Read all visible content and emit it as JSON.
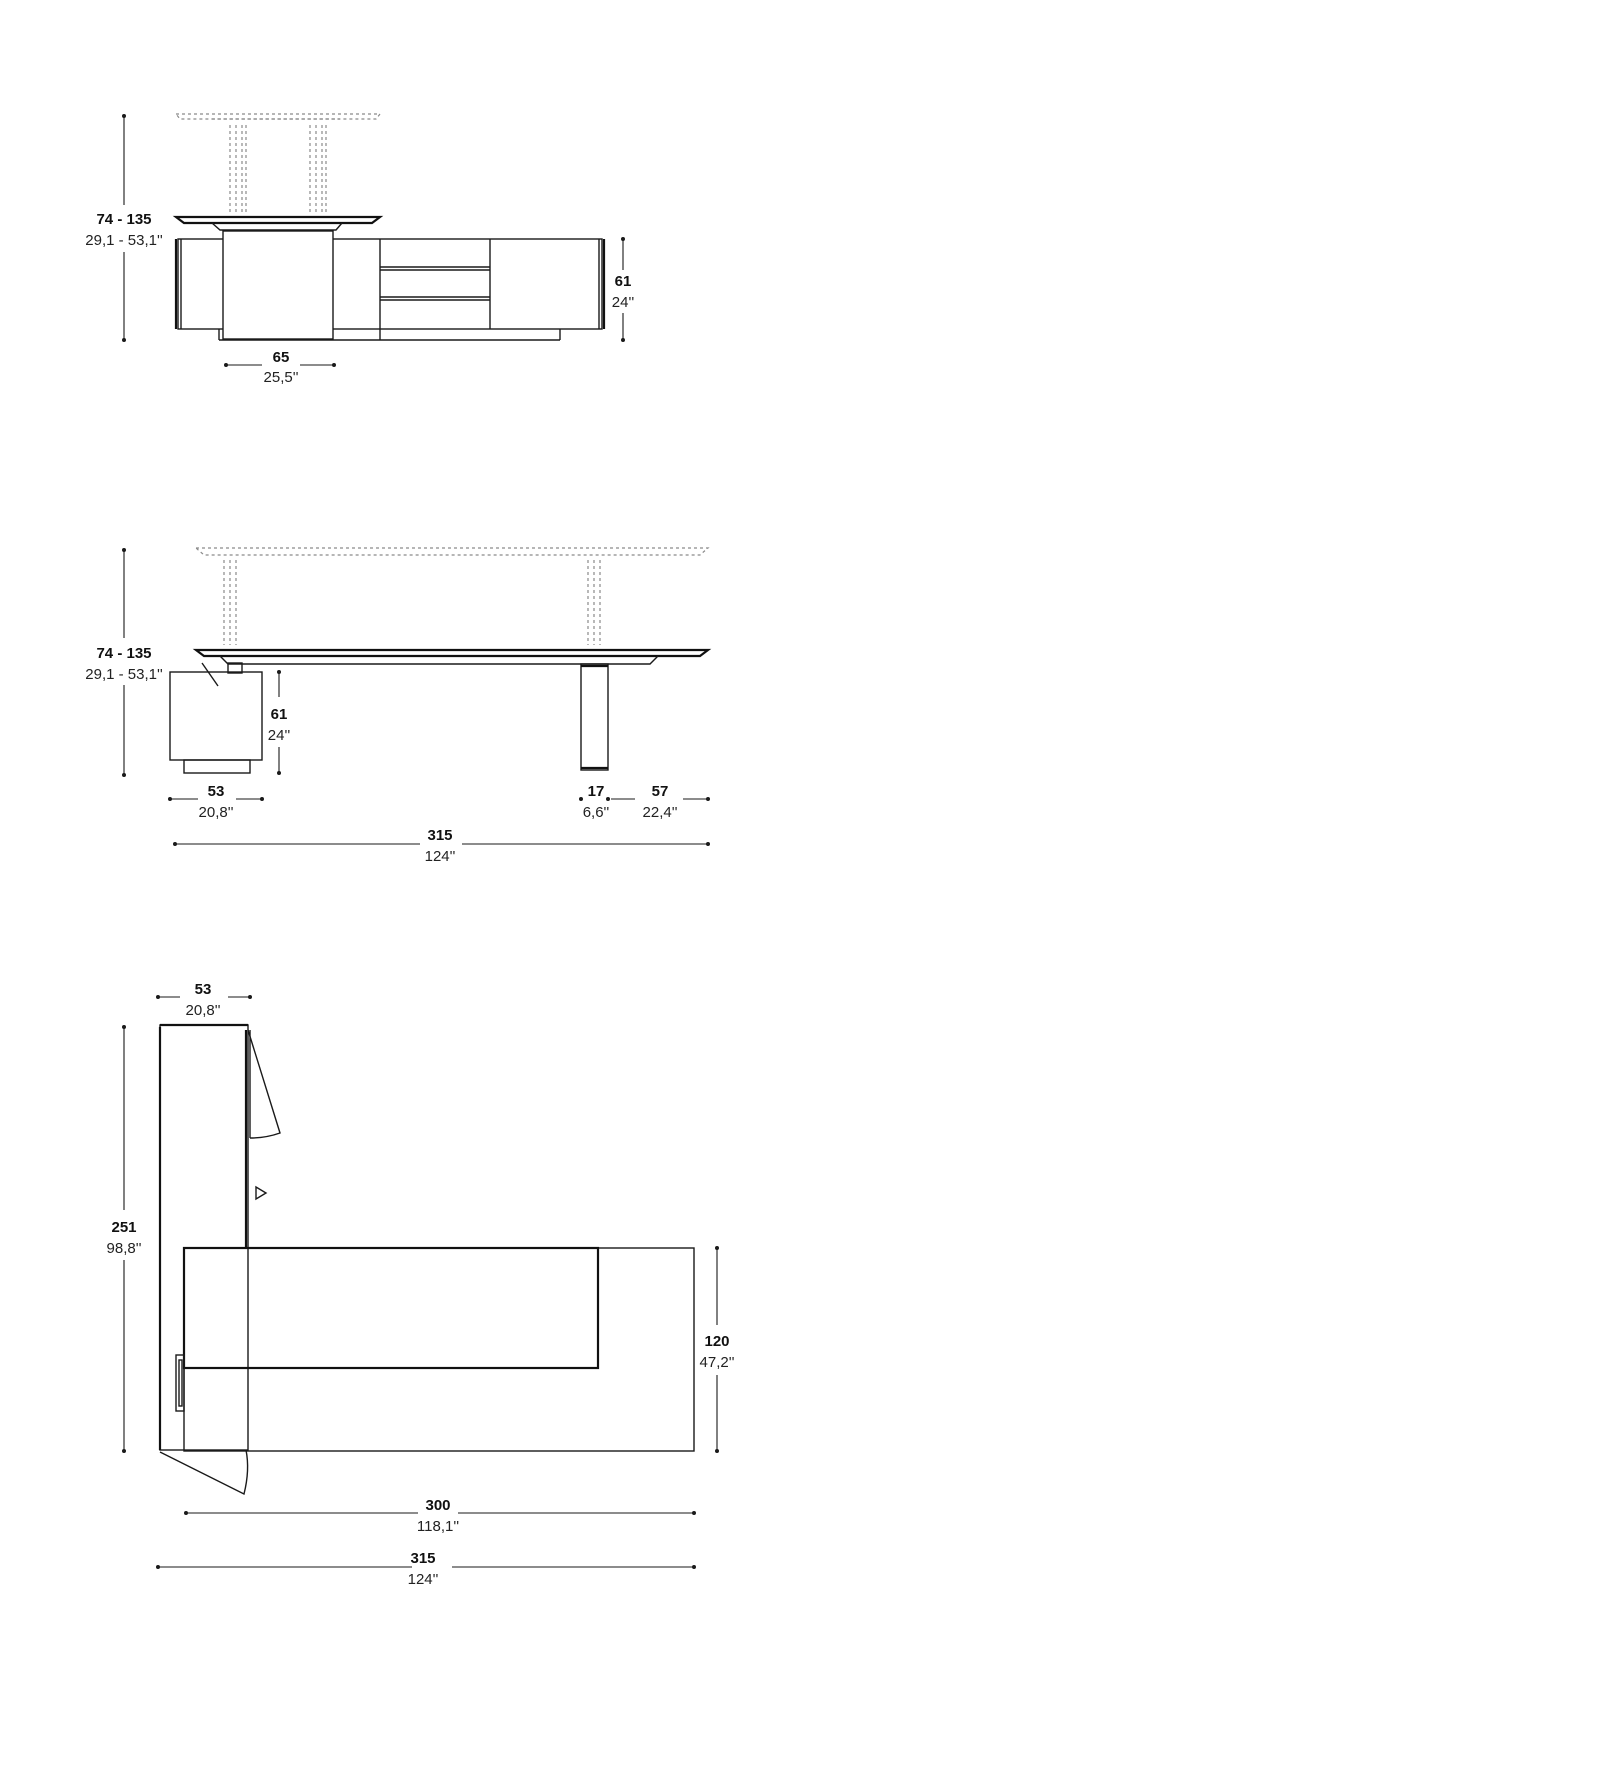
{
  "side_view": {
    "height_cm": "74 - 135",
    "height_in": "29,1 - 53,1''",
    "cabinet_height_cm": "61",
    "cabinet_height_in": "24''",
    "column_width_cm": "65",
    "column_width_in": "25,5''"
  },
  "front_view": {
    "height_cm": "74 - 135",
    "height_in": "29,1 - 53,1''",
    "drawer_height_cm": "61",
    "drawer_height_in": "24''",
    "drawer_width_cm": "53",
    "drawer_width_in": "20,8''",
    "leg_width_cm": "17",
    "leg_width_in": "6,6''",
    "overhang_cm": "57",
    "overhang_in": "22,4''",
    "total_width_cm": "315",
    "total_width_in": "124''"
  },
  "top_view": {
    "depth_cabinet_cm": "53",
    "depth_cabinet_in": "20,8''",
    "total_depth_cm": "251",
    "total_depth_in": "98,8''",
    "desk_depth_cm": "120",
    "desk_depth_in": "47,2''",
    "desk_width_cm": "300",
    "desk_width_in": "118,1''",
    "total_width_cm": "315",
    "total_width_in": "124''"
  }
}
